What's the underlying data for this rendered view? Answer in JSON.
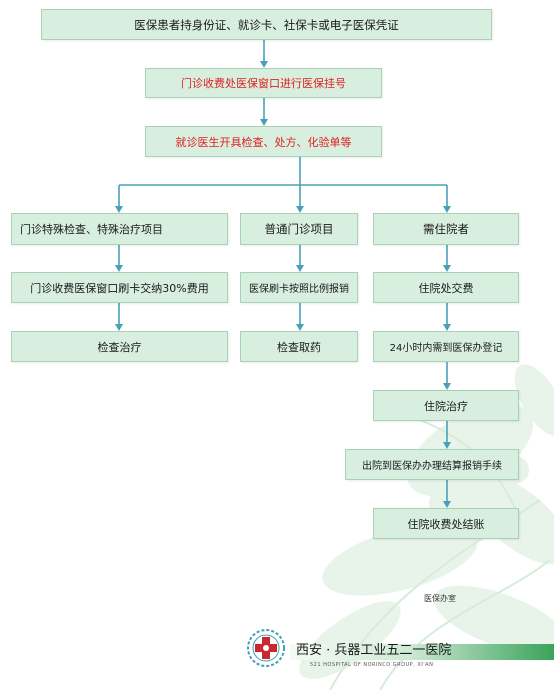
{
  "colors": {
    "box_fill": "#d8efe0",
    "box_border": "#a8d2b6",
    "connector": "#4aa0b8",
    "highlight_text": "#e02020",
    "brand_green": "#3aa35a",
    "logo_red": "#c8282e",
    "logo_teal": "#3f9fb4"
  },
  "steps": {
    "start": "医保患者持身份证、就诊卡、社保卡或电子医保凭证",
    "register": "门诊收费处医保窗口进行医保挂号",
    "doctor": "就诊医生开具检查、处方、化验单等"
  },
  "branches": {
    "special": {
      "title": "门诊特殊检查、特殊治疗项目",
      "pay": "门诊收费医保窗口刷卡交纳30%费用",
      "result": "检查治疗"
    },
    "general": {
      "title": "普通门诊项目",
      "pay": "医保刷卡按照比例报销",
      "result": "检查取药"
    },
    "inpatient": {
      "title": "需住院者",
      "steps": [
        "住院处交费",
        "24小时内需到医保办登记",
        "住院治疗",
        "出院到医保办办理结算报销手续",
        "住院收费处结账"
      ]
    }
  },
  "footer": {
    "department": "医保办室",
    "hospital_name": "西安 · 兵器工业五二一医院",
    "hospital_en": "521 HOSPITAL OF NORINCO GROUP, XI'AN"
  },
  "icons": {
    "logo": "hospital-cross-logo-icon"
  }
}
